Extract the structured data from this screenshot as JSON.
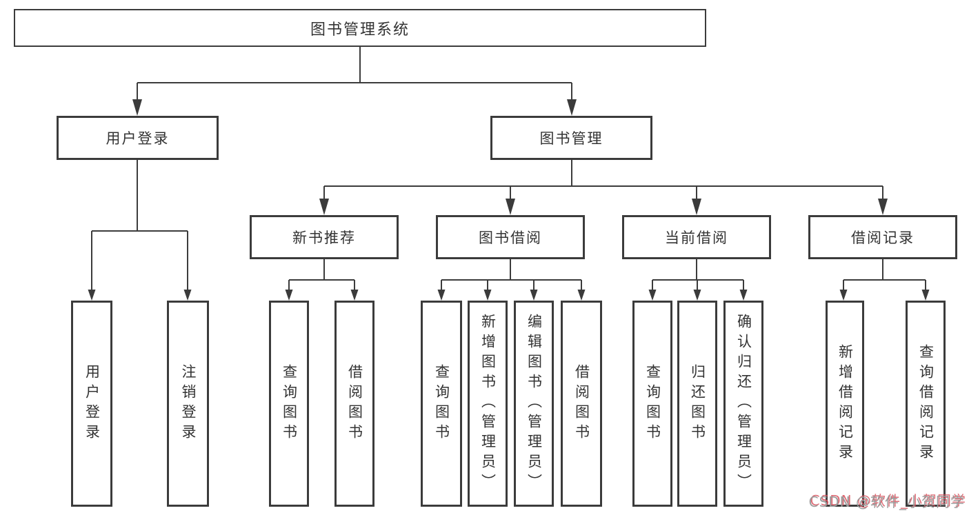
{
  "diagram": {
    "title": "图书管理系统",
    "branches": [
      {
        "label": "用户登录",
        "children": [
          {
            "label": "用户登录"
          },
          {
            "label": "注销登录"
          }
        ]
      },
      {
        "label": "图书管理",
        "children": [
          {
            "label": "新书推荐",
            "children": [
              {
                "label": "查询图书"
              },
              {
                "label": "借阅图书"
              }
            ]
          },
          {
            "label": "图书借阅",
            "children": [
              {
                "label": "查询图书"
              },
              {
                "label": "新增图书（管理员）"
              },
              {
                "label": "编辑图书（管理员）"
              },
              {
                "label": "借阅图书"
              }
            ]
          },
          {
            "label": "当前借阅",
            "children": [
              {
                "label": "查询图书"
              },
              {
                "label": "归还图书"
              },
              {
                "label": "确认归还（管理员）"
              }
            ]
          },
          {
            "label": "借阅记录",
            "children": [
              {
                "label": "新增借阅记录"
              },
              {
                "label": "查询借阅记录"
              }
            ]
          }
        ]
      }
    ]
  },
  "watermark": {
    "text": "CSDN @软件_小贺同学"
  },
  "colors": {
    "background": "#ffffff",
    "box_border": "#3b3b3b",
    "connector_line": "#3b3b3b",
    "text": "#333333",
    "watermark_gray": "#9b9b9b",
    "watermark_red": "#d9535f"
  }
}
